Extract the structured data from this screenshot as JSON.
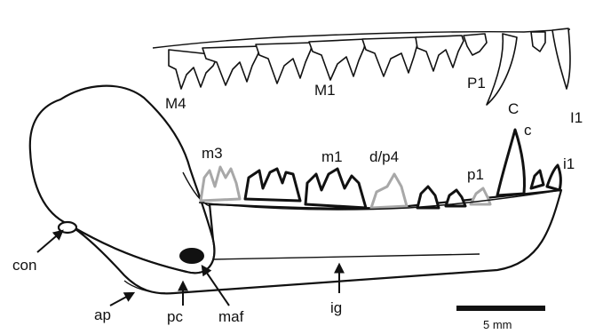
{
  "figure": {
    "labels": {
      "upper_M4": "M4",
      "upper_M1": "M1",
      "upper_P1": "P1",
      "upper_C": "C",
      "upper_I1": "I1",
      "lower_m3": "m3",
      "lower_m1": "m1",
      "lower_dp4": "d/p4",
      "lower_p1": "p1",
      "lower_c": "c",
      "lower_i1": "i1",
      "con": "con",
      "ap": "ap",
      "pc": "pc",
      "maf": "maf",
      "ig": "ig"
    },
    "scale_bar": {
      "label": "5 mm"
    },
    "colors": {
      "outline": "#111111",
      "highlight_teeth": "#a8a8a8"
    }
  }
}
